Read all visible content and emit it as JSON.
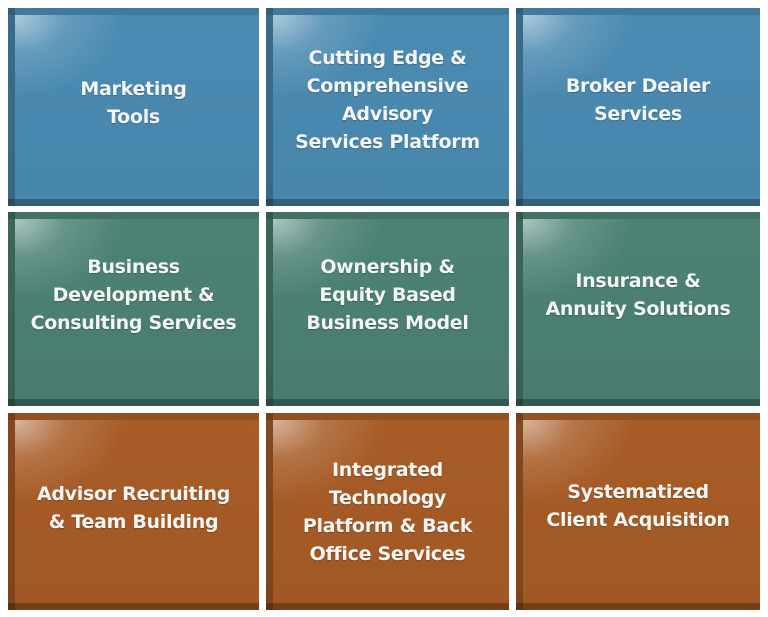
{
  "colors": {
    "row1": "#4a88ad",
    "row2": "#4a7f72",
    "row3": "#a55a26",
    "text": "#f3f6f4",
    "background": "#ffffff"
  },
  "tiles": [
    {
      "label": "Marketing\nTools",
      "row": 1,
      "col": 1
    },
    {
      "label": "Cutting Edge &\nComprehensive\nAdvisory\nServices Platform",
      "row": 1,
      "col": 2
    },
    {
      "label": "Broker Dealer\nServices",
      "row": 1,
      "col": 3
    },
    {
      "label": "Business\nDevelopment &\nConsulting Services",
      "row": 2,
      "col": 1
    },
    {
      "label": "Ownership &\nEquity Based\nBusiness Model",
      "row": 2,
      "col": 2
    },
    {
      "label": "Insurance &\nAnnuity Solutions",
      "row": 2,
      "col": 3
    },
    {
      "label": "Advisor Recruiting\n& Team Building",
      "row": 3,
      "col": 1
    },
    {
      "label": "Integrated\nTechnology\nPlatform & Back\nOffice Services",
      "row": 3,
      "col": 2
    },
    {
      "label": "Systematized\nClient Acquisition",
      "row": 3,
      "col": 3
    }
  ]
}
